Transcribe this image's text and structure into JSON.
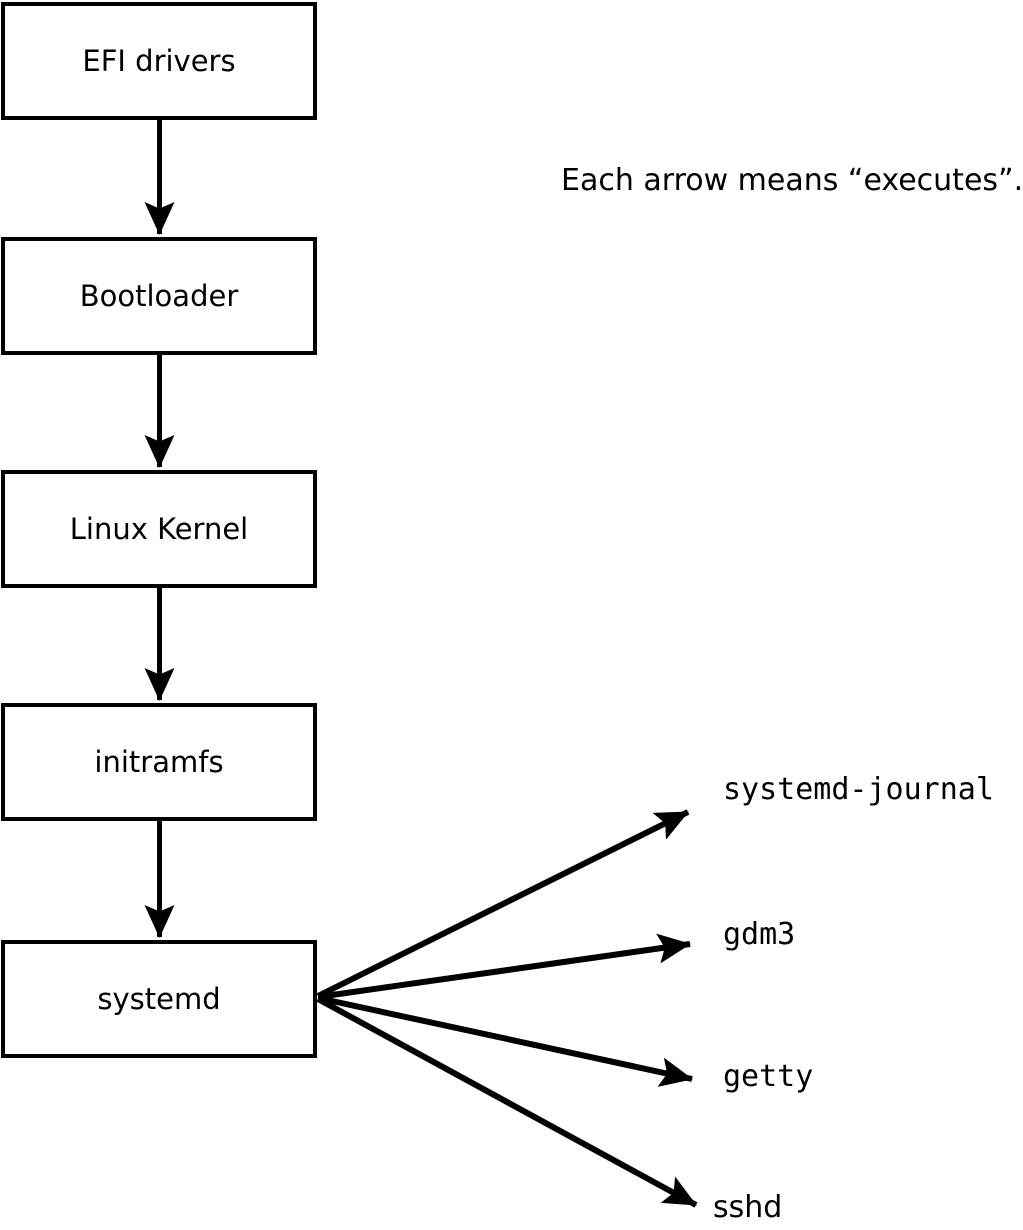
{
  "caption": "Each arrow means “executes”.",
  "chain": [
    {
      "label": "EFI drivers"
    },
    {
      "label": "Bootloader"
    },
    {
      "label": "Linux Kernel"
    },
    {
      "label": "initramfs"
    },
    {
      "label": "systemd"
    }
  ],
  "spawned": [
    {
      "label": "systemd-journal"
    },
    {
      "label": "gdm3"
    },
    {
      "label": "getty"
    },
    {
      "label": "sshd"
    }
  ],
  "colors": {
    "ink": "#000000",
    "box_fill": "#ffffff",
    "background": "#ffffff"
  }
}
